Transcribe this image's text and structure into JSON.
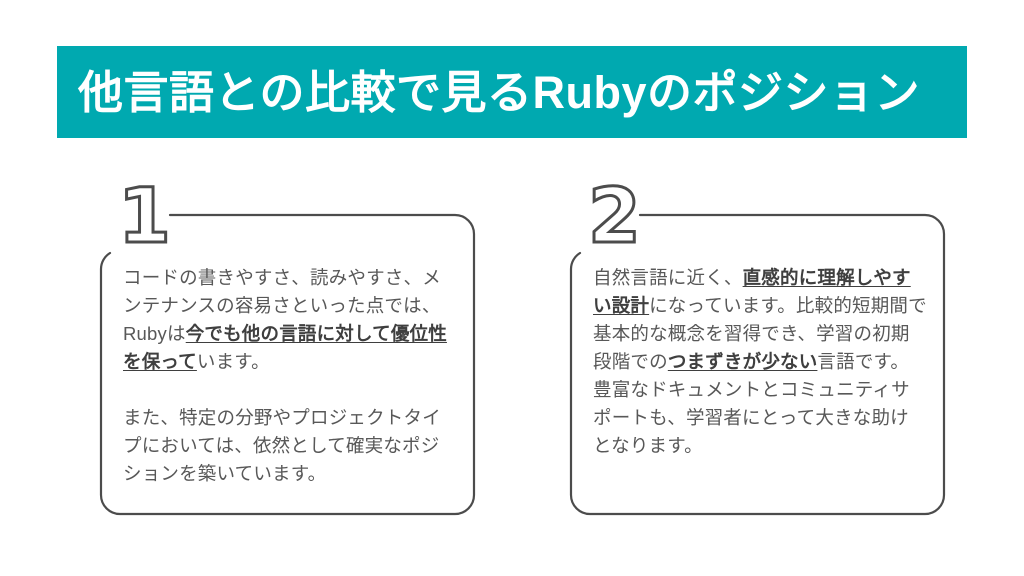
{
  "slide": {
    "title": "他言語との比較で見るRubyのポジション",
    "accent_color": "#00a9b0",
    "text_color": "#585858",
    "outline_color": "#4c4c4c"
  },
  "cards": [
    {
      "number": "1",
      "paragraphs": [
        {
          "runs": [
            {
              "text": "コードの書きやすさ、読みやすさ、メンテナンスの容易さといった点では、Rubyは",
              "emphasis": false
            },
            {
              "text": "今でも他の言語に対して優位性を保って",
              "emphasis": true
            },
            {
              "text": "います。",
              "emphasis": false
            }
          ]
        },
        {
          "runs": [
            {
              "text": "また、特定の分野やプロジェクトタイプにおいては、依然として確実なポジションを築いています。",
              "emphasis": false
            }
          ]
        }
      ]
    },
    {
      "number": "2",
      "paragraphs": [
        {
          "runs": [
            {
              "text": "自然言語に近く、",
              "emphasis": false
            },
            {
              "text": "直感的に理解しやすい設計",
              "emphasis": true
            },
            {
              "text": "になっています。比較的短期間で基本的な概念を習得でき、学習の初期段階での",
              "emphasis": false
            },
            {
              "text": "つまずきが少ない",
              "emphasis": true
            },
            {
              "text": "言語です。",
              "emphasis": false
            }
          ]
        },
        {
          "runs": [
            {
              "text": "豊富なドキュメントとコミュニティサポートも、学習者にとって大きな助けとなります。",
              "emphasis": false
            }
          ]
        }
      ]
    }
  ]
}
